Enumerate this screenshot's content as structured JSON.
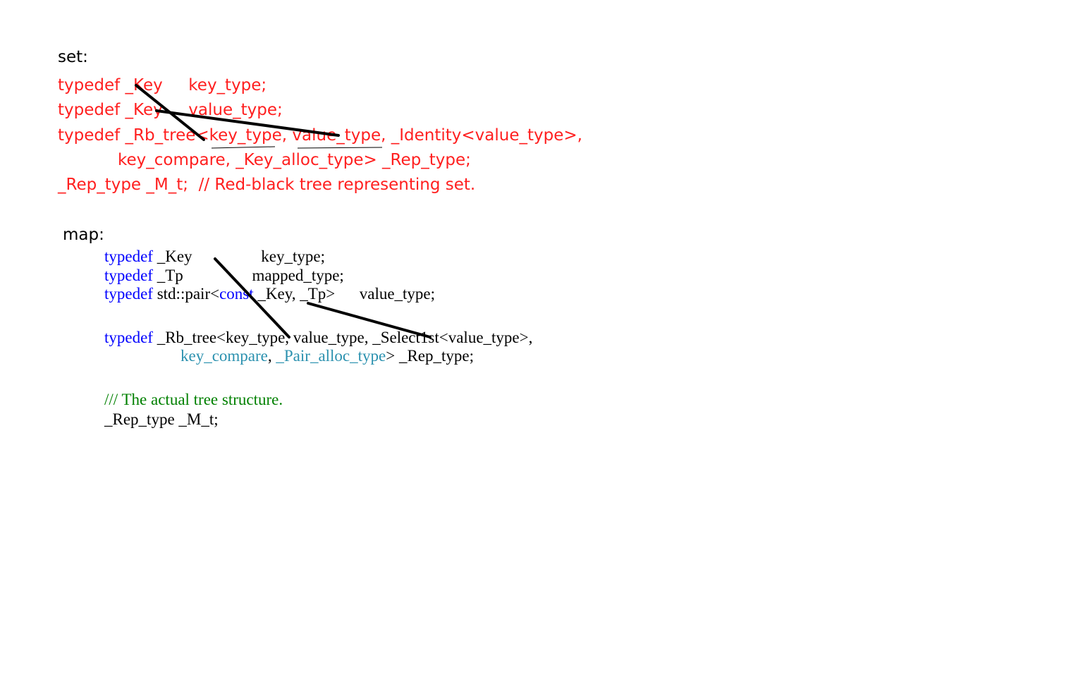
{
  "set": {
    "heading": "set:",
    "line1": "typedef _Key     key_type;",
    "line2": "typedef _Key     value_type;",
    "line3": "typedef _Rb_tree<key_type, value_type, _Identity<value_type>,",
    "line4": "key_compare, _Key_alloc_type> _Rep_type;",
    "line5": "_Rep_type _M_t;  // Red-black tree representing set."
  },
  "map": {
    "heading": "map:",
    "l1_kw": "typedef",
    "l1_rest": " _Key                 key_type;",
    "l2_kw": "typedef",
    "l2_rest": " _Tp                 mapped_type;",
    "l3_kw": "typedef",
    "l3_a": " std::pair<",
    "l3_const": "const",
    "l3_b": " _Key, _Tp>      value_type;",
    "l4_kw": "typedef",
    "l4_rest": " _Rb_tree<key_type, value_type, _Select1st<value_type>,",
    "l5_a": "key_compare",
    "l5_b": ", ",
    "l5_c": "_Pair_alloc_type",
    "l5_d": "> _Rep_type;",
    "comment": "/// The actual tree structure.",
    "l6": "_Rep_type _M_t;"
  },
  "colors": {
    "red": "#ff1f1f",
    "keyword": "#0000ff",
    "type": "#2b91af",
    "comment": "#008000",
    "annotation": "#000000"
  }
}
